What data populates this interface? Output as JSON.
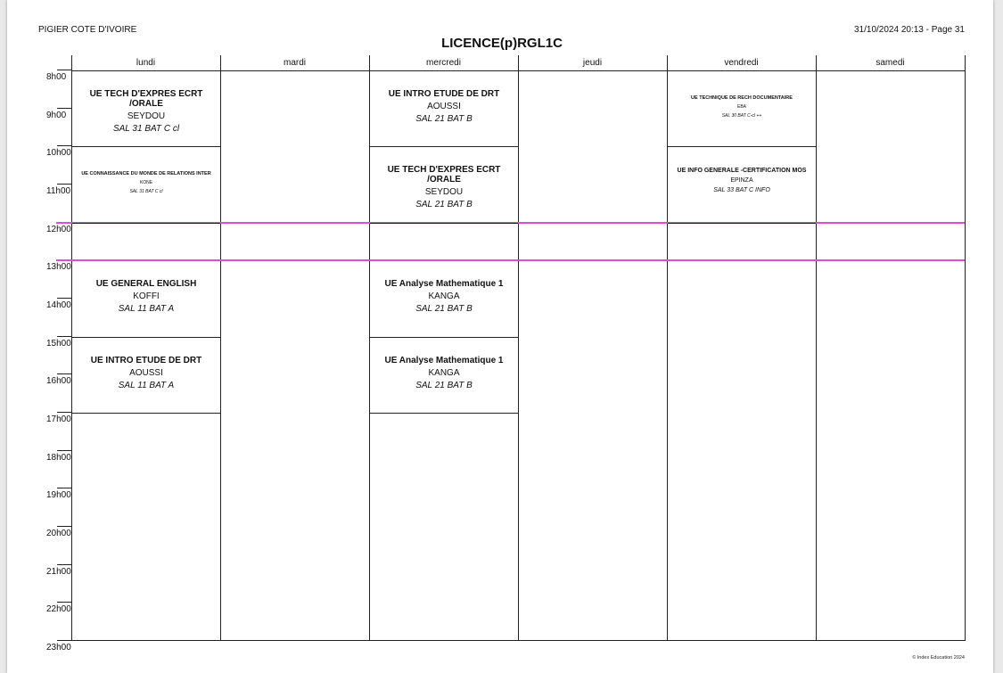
{
  "header": {
    "institution": "PIGIER COTE D'IVOIRE",
    "title": "LICENCE(p)RGL1C",
    "timestamp_page": "31/10/2024 20:13 - Page 31"
  },
  "days": [
    "lundi",
    "mardi",
    "mercredi",
    "jeudi",
    "vendredi",
    "samedi"
  ],
  "hours": [
    "8h00",
    "9h00",
    "10h00",
    "11h00",
    "12h00",
    "13h00",
    "14h00",
    "15h00",
    "16h00",
    "17h00",
    "18h00",
    "19h00",
    "20h00",
    "21h00",
    "22h00",
    "23h00"
  ],
  "courses": [
    {
      "day": "lundi",
      "start": "8h00",
      "end": "10h00",
      "title": "UE TECH D'EXPRES ECRT /ORALE",
      "teacher": "SEYDOU",
      "room": "SAL 31 BAT C cl",
      "size": "n"
    },
    {
      "day": "lundi",
      "start": "10h00",
      "end": "12h00",
      "title": "UE CONNAISSANCE DU MONDE DE RELATIONS INTER",
      "teacher": "KONE",
      "room": "SAL 31 BAT C cl",
      "size": "xs"
    },
    {
      "day": "lundi",
      "start": "13h00",
      "end": "15h00",
      "title": "UE GENERAL ENGLISH",
      "teacher": "KOFFI",
      "room": "SAL 11 BAT A",
      "size": "n"
    },
    {
      "day": "lundi",
      "start": "15h00",
      "end": "17h00",
      "title": "UE INTRO ETUDE  DE DRT",
      "teacher": "AOUSSI",
      "room": "SAL 11 BAT A",
      "size": "n"
    },
    {
      "day": "mercredi",
      "start": "8h00",
      "end": "10h00",
      "title": "UE INTRO ETUDE  DE DRT",
      "teacher": "AOUSSI",
      "room": "SAL 21 BAT B",
      "size": "n"
    },
    {
      "day": "mercredi",
      "start": "10h00",
      "end": "12h00",
      "title": "UE TECH D'EXPRES ECRT /ORALE",
      "teacher": "SEYDOU",
      "room": "SAL 21 BAT B",
      "size": "n"
    },
    {
      "day": "mercredi",
      "start": "13h00",
      "end": "15h00",
      "title": "UE Analyse  Mathematique 1",
      "teacher": "KANGA",
      "room": "SAL 21 BAT B",
      "size": "n"
    },
    {
      "day": "mercredi",
      "start": "15h00",
      "end": "17h00",
      "title": "UE Analyse  Mathematique 1",
      "teacher": "KANGA",
      "room": "SAL 21 BAT B",
      "size": "n"
    },
    {
      "day": "vendredi",
      "start": "8h00",
      "end": "10h00",
      "title": "UE TECHNIQUE DE RECH DOCUMENTAIRE",
      "teacher": "EBA",
      "room": "SAL 30 BAT C-cl ++",
      "size": "xs"
    },
    {
      "day": "vendredi",
      "start": "10h00",
      "end": "12h00",
      "title": "UE INFO GENERALE -CERTIFICATION MOS",
      "teacher": "EPINZA",
      "room": "SAL 33 BAT C INFO",
      "size": "s"
    }
  ],
  "highlight_hours": [
    "12h00",
    "13h00"
  ],
  "colors": {
    "highlight_line": "#e04bdc",
    "grid": "#222222"
  },
  "footer": "© Index Education 2024"
}
